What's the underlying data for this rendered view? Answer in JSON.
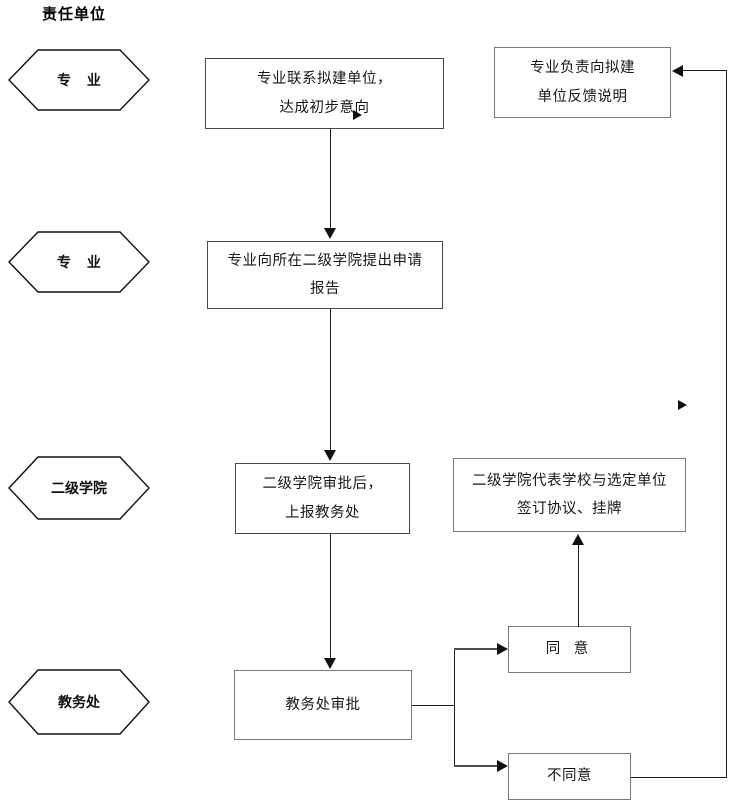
{
  "diagram": {
    "title": "责任单位",
    "type": "flowchart",
    "lanes": [
      {
        "id": "lane-1",
        "label": "专  业",
        "shape": "hexagon"
      },
      {
        "id": "lane-2",
        "label": "专  业",
        "shape": "hexagon"
      },
      {
        "id": "lane-3",
        "label": "二级学院",
        "shape": "hexagon"
      },
      {
        "id": "lane-4",
        "label": "教务处",
        "shape": "hexagon"
      }
    ],
    "nodes": [
      {
        "id": "node-contact-unit",
        "shape": "rectangle",
        "lines": [
          "专业联系拟建单位，",
          "达成初步意向"
        ]
      },
      {
        "id": "node-feedback",
        "shape": "rectangle",
        "lines": [
          "专业负责向拟建",
          "单位反馈说明"
        ]
      },
      {
        "id": "node-apply-report",
        "shape": "rectangle",
        "lines": [
          "专业向所在二级学院提出申请",
          "报告"
        ]
      },
      {
        "id": "node-college-approve",
        "shape": "rectangle",
        "lines": [
          "二级学院审批后，",
          "上报教务处"
        ]
      },
      {
        "id": "node-sign-agreement",
        "shape": "rectangle",
        "lines": [
          "二级学院代表学校与选定单位",
          "签订协议、挂牌"
        ]
      },
      {
        "id": "node-dean-approve",
        "shape": "rectangle",
        "lines": [
          "教务处审批"
        ]
      },
      {
        "id": "node-agree",
        "shape": "rectangle",
        "lines": [
          "同  意"
        ]
      },
      {
        "id": "node-disagree",
        "shape": "rectangle",
        "lines": [
          "不同意"
        ]
      }
    ],
    "edges": [
      {
        "from": "node-contact-unit",
        "to": "node-apply-report",
        "direction": "down"
      },
      {
        "from": "node-apply-report",
        "to": "node-college-approve",
        "direction": "down"
      },
      {
        "from": "node-college-approve",
        "to": "node-dean-approve",
        "direction": "down"
      },
      {
        "from": "node-dean-approve",
        "to": "node-agree",
        "direction": "right"
      },
      {
        "from": "node-dean-approve",
        "to": "node-disagree",
        "direction": "right"
      },
      {
        "from": "node-agree",
        "to": "node-sign-agreement",
        "direction": "up"
      },
      {
        "from": "node-disagree",
        "to": "node-feedback",
        "direction": "right-up-left"
      }
    ]
  },
  "colors": {
    "line": "#1d1d1d",
    "box_border": "#7a7a7a",
    "box_border_dark": "#4a4a4a",
    "text": "#17171c",
    "background": "#ffffff"
  }
}
